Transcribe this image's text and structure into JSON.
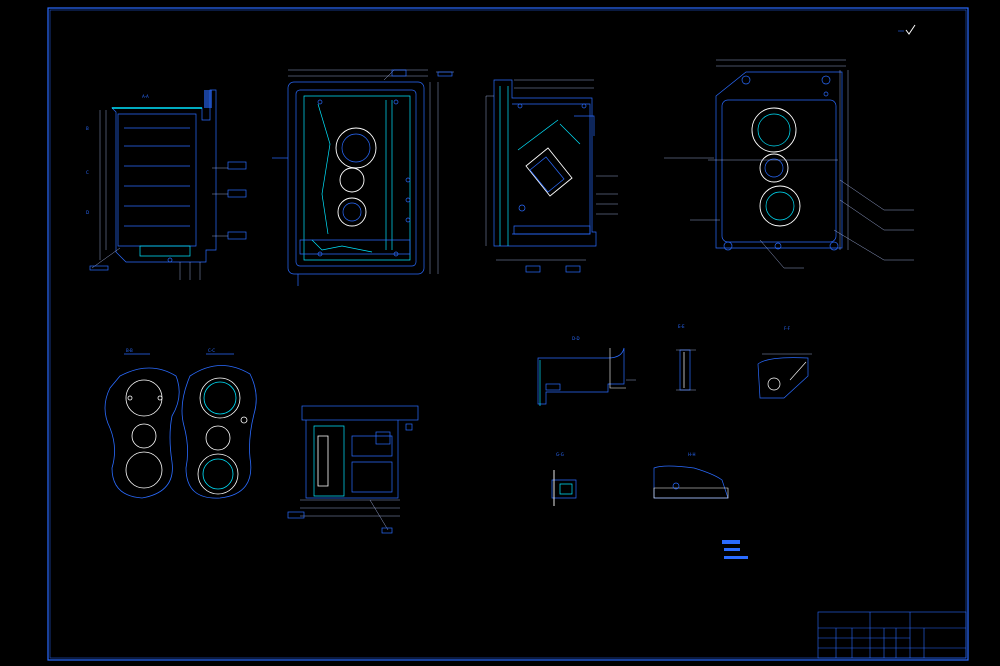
{
  "sheet": {
    "background": "#000000",
    "line_color": "#2a6bff",
    "accent_color": "#00e5ff",
    "dim_color": "#b8c8ff"
  },
  "title_block": {
    "company": "",
    "part_name": "",
    "drawing_title": ""
  },
  "views": [
    {
      "id": "section-a",
      "label": ""
    },
    {
      "id": "front-view",
      "label": ""
    },
    {
      "id": "side-view",
      "label": ""
    },
    {
      "id": "top-view",
      "label": ""
    },
    {
      "id": "outline-left",
      "label": ""
    },
    {
      "id": "outline-right",
      "label": ""
    },
    {
      "id": "bottom-section",
      "label": ""
    },
    {
      "id": "detail-b",
      "label": ""
    },
    {
      "id": "detail-c",
      "label": ""
    },
    {
      "id": "detail-d",
      "label": ""
    },
    {
      "id": "detail-e",
      "label": ""
    },
    {
      "id": "detail-f",
      "label": ""
    }
  ],
  "notes": {
    "heading": "",
    "lines": [
      "",
      ""
    ]
  },
  "icons": {
    "roughness": "roughness-symbol-icon"
  }
}
